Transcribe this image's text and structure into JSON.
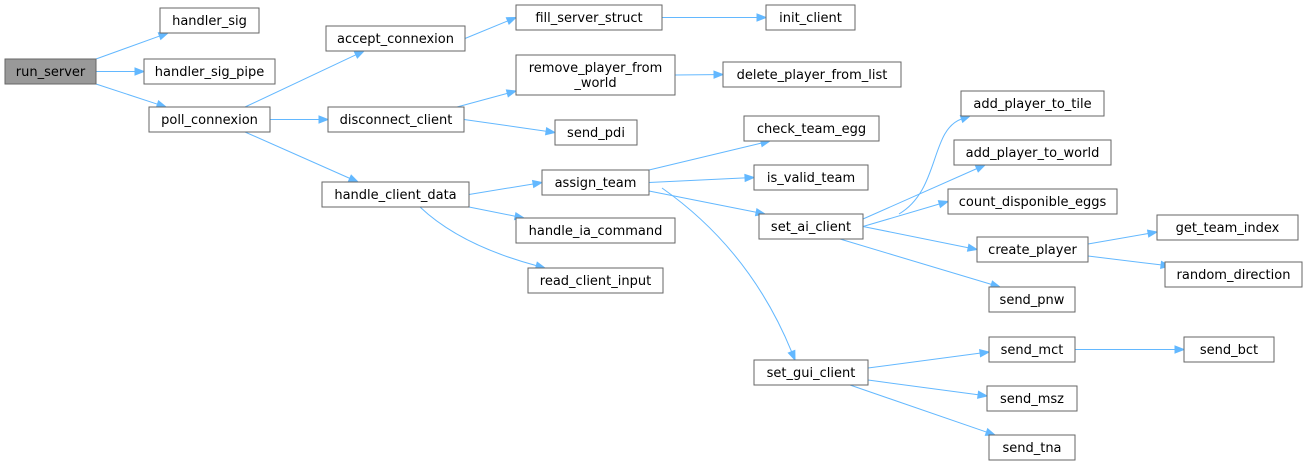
{
  "colors": {
    "edge": "#63b8ff",
    "node_border": "#666666",
    "root_fill": "#999999",
    "node_fill": "#ffffff"
  },
  "nodes": [
    {
      "id": "run_server",
      "lines": [
        "run_server"
      ],
      "root": true
    },
    {
      "id": "handler_sig",
      "lines": [
        "handler_sig"
      ]
    },
    {
      "id": "handler_sig_pipe",
      "lines": [
        "handler_sig_pipe"
      ]
    },
    {
      "id": "poll_connexion",
      "lines": [
        "poll_connexion"
      ]
    },
    {
      "id": "accept_connexion",
      "lines": [
        "accept_connexion"
      ]
    },
    {
      "id": "disconnect_client",
      "lines": [
        "disconnect_client"
      ]
    },
    {
      "id": "handle_client_data",
      "lines": [
        "handle_client_data"
      ]
    },
    {
      "id": "fill_server_struct",
      "lines": [
        "fill_server_struct"
      ]
    },
    {
      "id": "init_client",
      "lines": [
        "init_client"
      ]
    },
    {
      "id": "remove_player_from_world",
      "lines": [
        "remove_player_from",
        "_world"
      ]
    },
    {
      "id": "delete_player_from_list",
      "lines": [
        "delete_player_from_list"
      ]
    },
    {
      "id": "send_pdi",
      "lines": [
        "send_pdi"
      ]
    },
    {
      "id": "assign_team",
      "lines": [
        "assign_team"
      ]
    },
    {
      "id": "handle_ia_command",
      "lines": [
        "handle_ia_command"
      ]
    },
    {
      "id": "read_client_input",
      "lines": [
        "read_client_input"
      ]
    },
    {
      "id": "check_team_egg",
      "lines": [
        "check_team_egg"
      ]
    },
    {
      "id": "is_valid_team",
      "lines": [
        "is_valid_team"
      ]
    },
    {
      "id": "set_ai_client",
      "lines": [
        "set_ai_client"
      ]
    },
    {
      "id": "set_gui_client",
      "lines": [
        "set_gui_client"
      ]
    },
    {
      "id": "add_player_to_tile",
      "lines": [
        "add_player_to_tile"
      ]
    },
    {
      "id": "add_player_to_world",
      "lines": [
        "add_player_to_world"
      ]
    },
    {
      "id": "count_disponible_eggs",
      "lines": [
        "count_disponible_eggs"
      ]
    },
    {
      "id": "create_player",
      "lines": [
        "create_player"
      ]
    },
    {
      "id": "send_pnw",
      "lines": [
        "send_pnw"
      ]
    },
    {
      "id": "get_team_index",
      "lines": [
        "get_team_index"
      ]
    },
    {
      "id": "random_direction",
      "lines": [
        "random_direction"
      ]
    },
    {
      "id": "send_mct",
      "lines": [
        "send_mct"
      ]
    },
    {
      "id": "send_msz",
      "lines": [
        "send_msz"
      ]
    },
    {
      "id": "send_tna",
      "lines": [
        "send_tna"
      ]
    },
    {
      "id": "send_bct",
      "lines": [
        "send_bct"
      ]
    }
  ],
  "edges": [
    {
      "from": "run_server",
      "to": "handler_sig"
    },
    {
      "from": "run_server",
      "to": "handler_sig_pipe"
    },
    {
      "from": "run_server",
      "to": "poll_connexion"
    },
    {
      "from": "poll_connexion",
      "to": "accept_connexion"
    },
    {
      "from": "poll_connexion",
      "to": "disconnect_client"
    },
    {
      "from": "poll_connexion",
      "to": "handle_client_data"
    },
    {
      "from": "accept_connexion",
      "to": "fill_server_struct"
    },
    {
      "from": "fill_server_struct",
      "to": "init_client"
    },
    {
      "from": "disconnect_client",
      "to": "remove_player_from_world"
    },
    {
      "from": "disconnect_client",
      "to": "send_pdi"
    },
    {
      "from": "remove_player_from_world",
      "to": "delete_player_from_list"
    },
    {
      "from": "handle_client_data",
      "to": "assign_team"
    },
    {
      "from": "handle_client_data",
      "to": "handle_ia_command"
    },
    {
      "from": "handle_client_data",
      "to": "read_client_input"
    },
    {
      "from": "assign_team",
      "to": "check_team_egg"
    },
    {
      "from": "assign_team",
      "to": "is_valid_team"
    },
    {
      "from": "assign_team",
      "to": "set_ai_client"
    },
    {
      "from": "assign_team",
      "to": "set_gui_client"
    },
    {
      "from": "set_ai_client",
      "to": "add_player_to_tile"
    },
    {
      "from": "set_ai_client",
      "to": "add_player_to_world"
    },
    {
      "from": "set_ai_client",
      "to": "count_disponible_eggs"
    },
    {
      "from": "set_ai_client",
      "to": "create_player"
    },
    {
      "from": "set_ai_client",
      "to": "send_pnw"
    },
    {
      "from": "create_player",
      "to": "get_team_index"
    },
    {
      "from": "create_player",
      "to": "random_direction"
    },
    {
      "from": "set_gui_client",
      "to": "send_mct"
    },
    {
      "from": "set_gui_client",
      "to": "send_msz"
    },
    {
      "from": "set_gui_client",
      "to": "send_tna"
    },
    {
      "from": "send_mct",
      "to": "send_bct"
    }
  ]
}
